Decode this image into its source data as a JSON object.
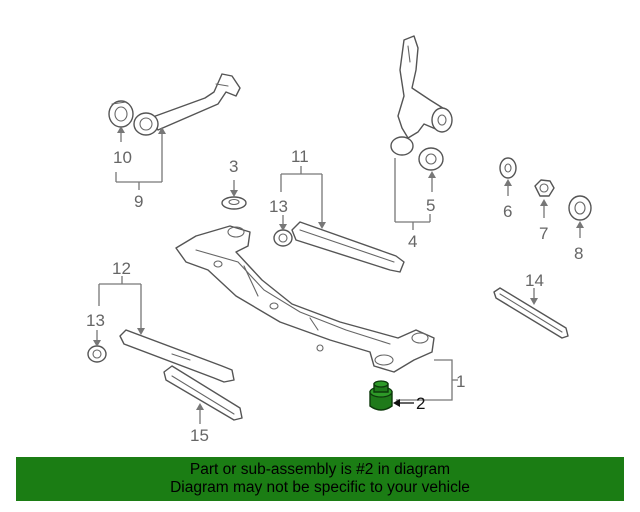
{
  "diagram": {
    "callouts": [
      "1",
      "2",
      "3",
      "4",
      "5",
      "6",
      "7",
      "8",
      "9",
      "10",
      "11",
      "12",
      "13",
      "13",
      "14",
      "15"
    ],
    "highlighted_callout": "2"
  },
  "banner": {
    "line1": "Part or sub-assembly is #2 in diagram",
    "line2": "Diagram may not be specific to your vehicle",
    "background": "#1b7d14"
  },
  "highlight_color": "#1f7a1a"
}
